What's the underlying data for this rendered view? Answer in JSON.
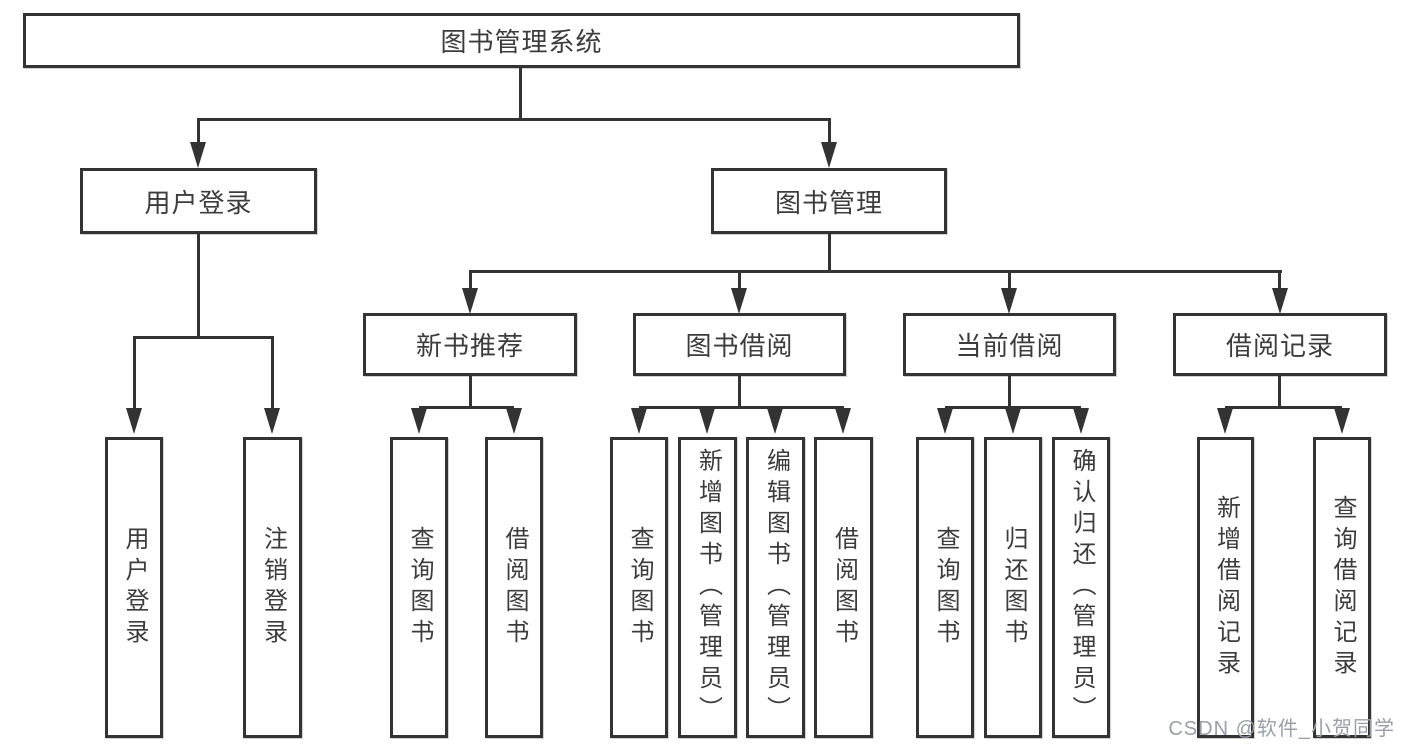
{
  "diagram": {
    "type": "tree",
    "root": {
      "label": "图书管理系统"
    },
    "level2": {
      "user_login": {
        "label": "用户登录",
        "children": [
          "用户登录",
          "注销登录"
        ]
      },
      "book_management": {
        "label": "图书管理",
        "modules": {
          "new_book_recommend": {
            "label": "新书推荐",
            "children": [
              "查询图书",
              "借阅图书"
            ]
          },
          "book_borrowing": {
            "label": "图书借阅",
            "children": [
              "查询图书",
              "新增图书（管理员）",
              "编辑图书（管理员）",
              "借阅图书"
            ]
          },
          "current_borrowing": {
            "label": "当前借阅",
            "children": [
              "查询图书",
              "归还图书",
              "确认归还（管理员）"
            ]
          },
          "borrowing_records": {
            "label": "借阅记录",
            "children": [
              "新增借阅记录",
              "查询借阅记录"
            ]
          }
        }
      }
    }
  },
  "watermark": {
    "text": "CSDN @软件_小贺同学"
  },
  "colors": {
    "line": "#333333",
    "node_border": "#333333",
    "node_fill": "#ffffff",
    "text": "#3c3c3c",
    "watermark_text": "#9a9ea8",
    "background": "#ffffff"
  }
}
